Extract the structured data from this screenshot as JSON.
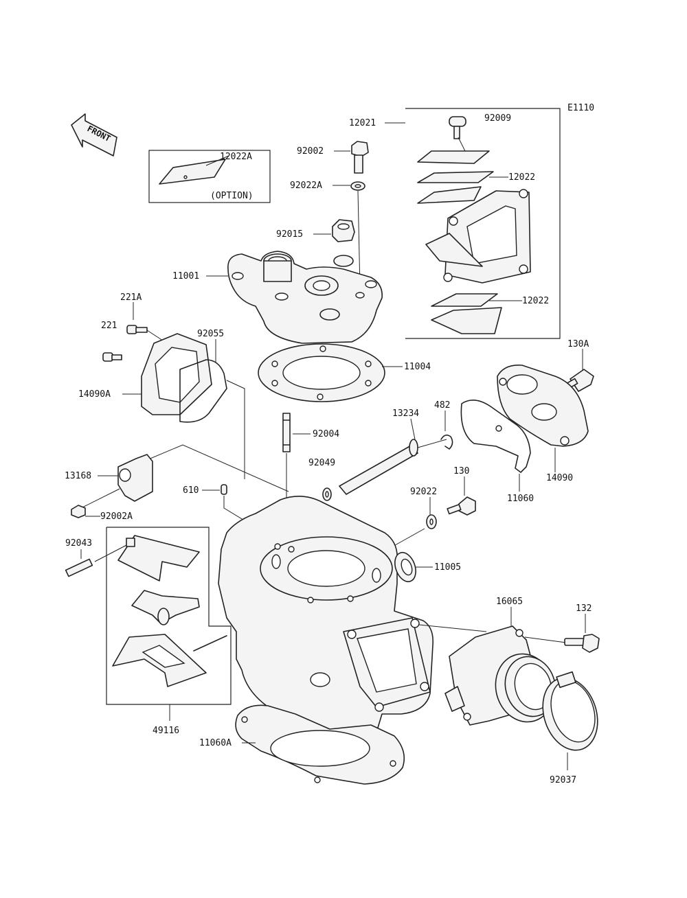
{
  "diagram_code": "E1110",
  "front_label": "FRONT",
  "option_label": "(OPTION)",
  "labels": {
    "p12021": "12021",
    "p92009": "92009",
    "p92002": "92002",
    "p12022A": "12022A",
    "p92022A": "92022A",
    "p12022_top": "12022",
    "p92015": "92015",
    "p11001": "11001",
    "p12022_bottom": "12022",
    "p221A": "221A",
    "p221": "221",
    "p92055": "92055",
    "p11004": "11004",
    "p130A": "130A",
    "p14090A": "14090A",
    "p13234": "13234",
    "p482": "482",
    "p92004": "92004",
    "p92049": "92049",
    "p14090": "14090",
    "p13168": "13168",
    "p610": "610",
    "p130": "130",
    "p92002A": "92002A",
    "p92022": "92022",
    "p11060": "11060",
    "p92043": "92043",
    "p11005": "11005",
    "p16065": "16065",
    "p132": "132",
    "p49116": "49116",
    "p11060A": "11060A",
    "p92037": "92037"
  }
}
